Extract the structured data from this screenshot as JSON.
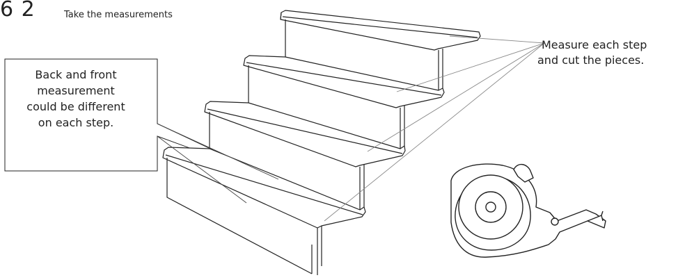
{
  "header": {
    "step_number": "6 2",
    "title": "Take the measurements"
  },
  "callouts": {
    "right_line1": "Measure each step",
    "right_line2": "and cut the pieces.",
    "box_lines": [
      "Back and front",
      "measurement",
      "could be different",
      "on each step."
    ]
  },
  "icons": {
    "staircase": "staircase-illustration",
    "tape_measure": "tape-measure-icon"
  },
  "colors": {
    "line": "#222222",
    "leader": "#888888",
    "background": "#ffffff"
  }
}
